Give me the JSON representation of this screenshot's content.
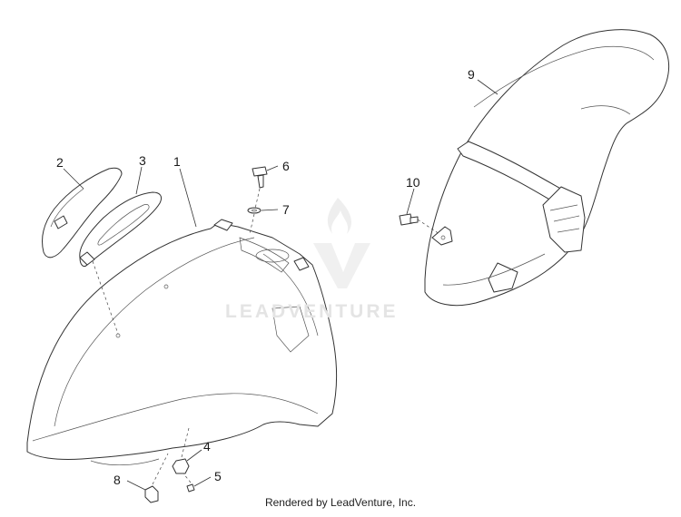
{
  "callouts": [
    {
      "id": "1",
      "text": "1"
    },
    {
      "id": "2",
      "text": "2"
    },
    {
      "id": "3",
      "text": "3"
    },
    {
      "id": "4",
      "text": "4"
    },
    {
      "id": "5",
      "text": "5"
    },
    {
      "id": "6",
      "text": "6"
    },
    {
      "id": "7",
      "text": "7"
    },
    {
      "id": "8",
      "text": "8"
    },
    {
      "id": "9",
      "text": "9"
    },
    {
      "id": "10",
      "text": "10"
    }
  ],
  "watermark": {
    "text": "LEADVENTURE"
  },
  "footer": {
    "text": "Rendered by LeadVenture, Inc."
  },
  "colors": {
    "line": "#333333",
    "watermark": "#e4e4e4",
    "background": "#ffffff"
  }
}
